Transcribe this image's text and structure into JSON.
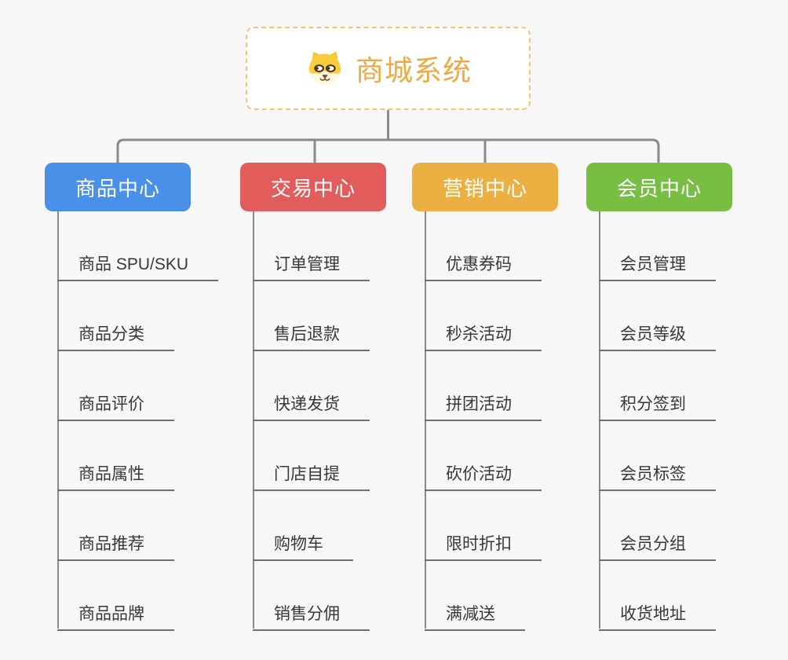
{
  "root": {
    "title": "商城系统",
    "icon": "dog-face-icon"
  },
  "colors": {
    "title": "#F0A843",
    "root_border": "#F2C66F",
    "connector": "#8A8A8A",
    "leaf_underline": "#6F6F6F",
    "background": "#F7F7F8"
  },
  "branches": [
    {
      "label": "商品中心",
      "color": "#4A8FE8",
      "children": [
        "商品 SPU/SKU",
        "商品分类",
        "商品评价",
        "商品属性",
        "商品推荐",
        "商品品牌"
      ]
    },
    {
      "label": "交易中心",
      "color": "#E25C5C",
      "children": [
        "订单管理",
        "售后退款",
        "快递发货",
        "门店自提",
        "购物车",
        "销售分佣"
      ]
    },
    {
      "label": "营销中心",
      "color": "#ECAF41",
      "children": [
        "优惠券码",
        "秒杀活动",
        "拼团活动",
        "砍价活动",
        "限时折扣",
        "满减送"
      ]
    },
    {
      "label": "会员中心",
      "color": "#77BE43",
      "children": [
        "会员管理",
        "会员等级",
        "积分签到",
        "会员标签",
        "会员分组",
        "收货地址"
      ]
    }
  ]
}
